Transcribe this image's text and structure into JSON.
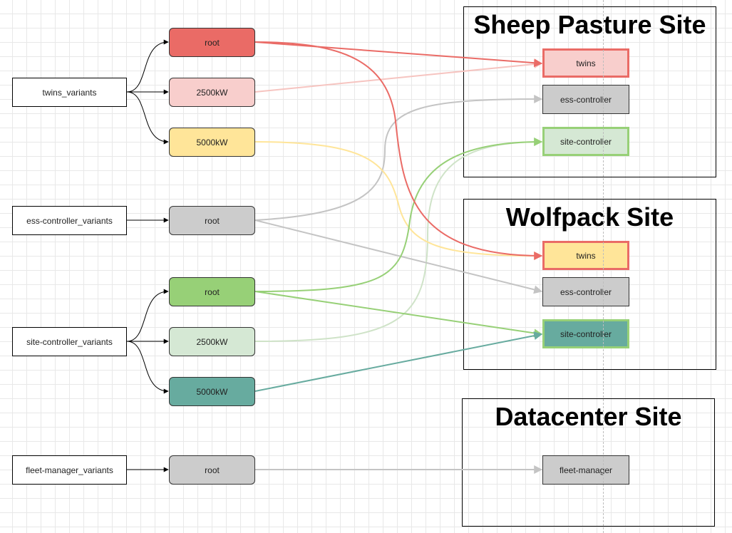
{
  "colors": {
    "red": "#ea6b66",
    "pink": "#f8cecc",
    "yellow": "#ffe599",
    "gray": "#cccccc",
    "green": "#97d077",
    "light_green": "#d5e8d4",
    "teal": "#67ab9f",
    "line_gray": "#c4c4c4",
    "line_pink": "#f6c4c0",
    "line_light_green": "#cfe3c8"
  },
  "sources": {
    "twins": "twins_variants",
    "ess": "ess-controller_variants",
    "site": "site-controller_variants",
    "fleet": "fleet-manager_variants"
  },
  "variants": {
    "twins_root": "root",
    "twins_2500": "2500kW",
    "twins_5000": "5000kW",
    "ess_root": "root",
    "site_root": "root",
    "site_2500": "2500kW",
    "site_5000": "5000kW",
    "fleet_root": "root"
  },
  "sites": {
    "sheep": {
      "title": "Sheep Pasture Site",
      "twins": "twins",
      "ess": "ess-controller",
      "site": "site-controller"
    },
    "wolf": {
      "title": "Wolfpack Site",
      "twins": "twins",
      "ess": "ess-controller",
      "site": "site-controller"
    },
    "dc": {
      "title": "Datacenter Site",
      "fleet": "fleet-manager"
    }
  }
}
